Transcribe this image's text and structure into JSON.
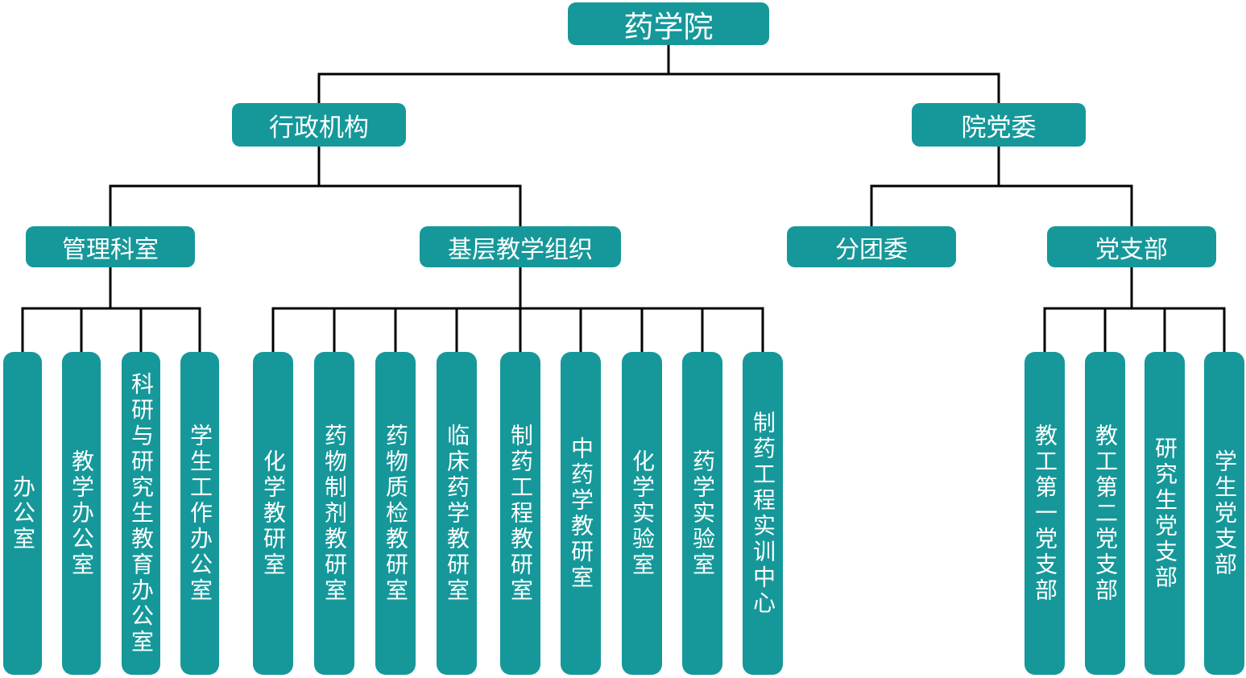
{
  "org": {
    "root": "药学院",
    "administration": "行政机构",
    "party_committee": "院党委",
    "management_offices": "管理科室",
    "teaching_org": "基层教学组织",
    "youth_league": "分团委",
    "party_branches": "党支部",
    "management_children": [
      "办公室",
      "教学办公室",
      "科研与研究生教育办公室",
      "学生工作办公室"
    ],
    "teaching_children": [
      "化学教研室",
      "药物制剂教研室",
      "药物质检教研室",
      "临床药学教研室",
      "制药工程教研室",
      "中药学教研室",
      "化学实验室",
      "药学实验室",
      "制药工程实训中心"
    ],
    "party_children": [
      "教工第一党支部",
      "教工第二党支部",
      "研究生党支部",
      "学生党支部"
    ],
    "colors": {
      "node_fill": "#16989A",
      "node_text": "#FFFFFF",
      "connector": "#000000",
      "background": "#FFFFFF"
    }
  }
}
